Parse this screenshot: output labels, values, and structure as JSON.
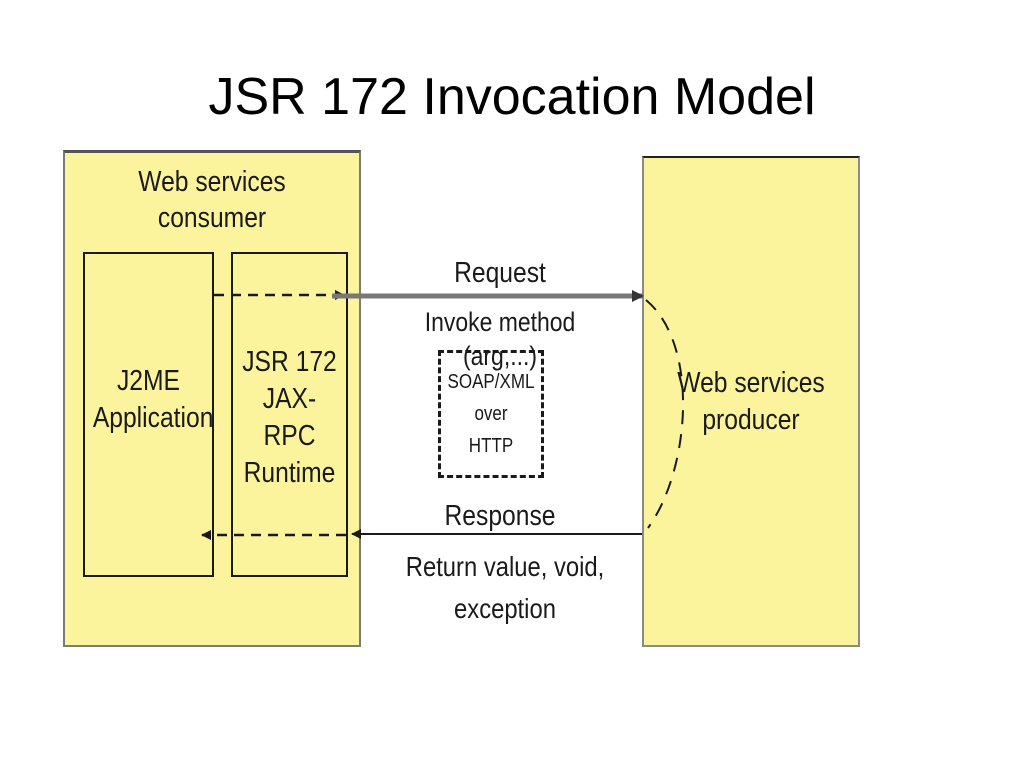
{
  "title": "JSR 172 Invocation Model",
  "consumer": {
    "label": "Web services\nconsumer"
  },
  "j2me_app": {
    "label": "J2ME\nApplication"
  },
  "runtime": {
    "label": "JSR 172\nJAX-RPC\nRuntime"
  },
  "producer": {
    "label": "Web services\nproducer"
  },
  "request": {
    "label": "Request",
    "detail": "Invoke method (arg,...)"
  },
  "transport": {
    "label": "SOAP/XML\nover\nHTTP"
  },
  "response": {
    "label": "Response",
    "detail": "Return value, void,\nexception"
  },
  "colors": {
    "box_fill": "#fbf49c",
    "line": "#1a1a1a",
    "request_arrow": "#777777"
  }
}
